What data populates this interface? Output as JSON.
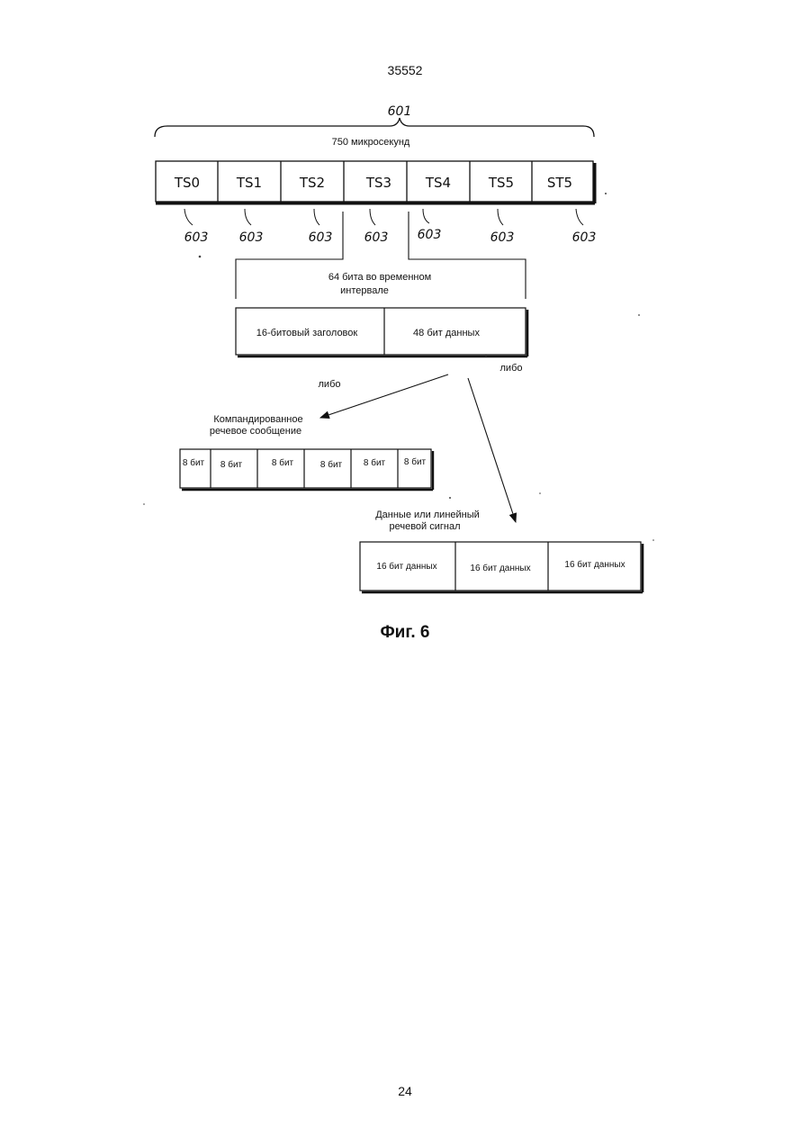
{
  "document_number": "35552",
  "page_number": "24",
  "figure_caption": "Фиг. 6",
  "diagram": {
    "frame_ref": "601",
    "frame_duration": "750 микросекунд",
    "time_slots": [
      "TS0",
      "TS1",
      "TS2",
      "TS3",
      "TS4",
      "TS5",
      "ST5"
    ],
    "slot_ref": "603",
    "slot_capacity_line1": "64 бита во временном",
    "slot_capacity_line2": "интервале",
    "header_field": "16-битовый заголовок",
    "data_field": "48 бит данных",
    "either_left": "либо",
    "either_right": "либо",
    "companded_line1": "Компандированное",
    "companded_line2": "речевое сообщение",
    "companded_cells": [
      "8 бит",
      "8 бит",
      "8 бит",
      "8 бит",
      "8 бит",
      "8 бит"
    ],
    "linear_line1": "Данные или линейный",
    "linear_line2": "речевой сигнал",
    "linear_cells": [
      "16 бит данных",
      "16 бит данных",
      "16 бит данных"
    ]
  }
}
